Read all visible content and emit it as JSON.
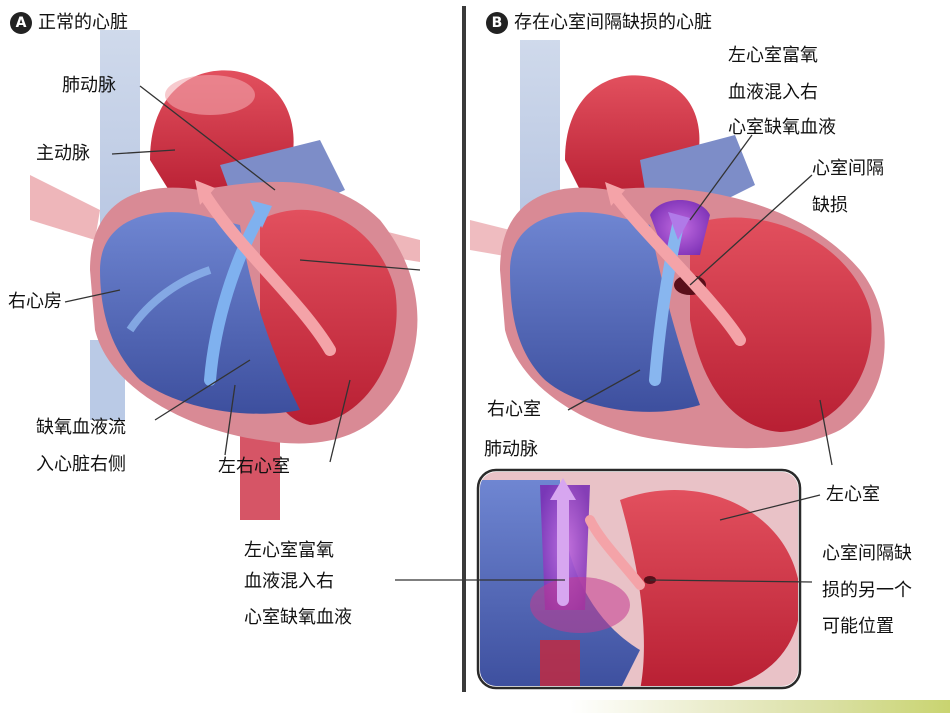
{
  "panel_a": {
    "badge": "A",
    "title": "正常的心脏",
    "labels": {
      "pulmonary_artery": "肺动脉",
      "aorta": "主动脉",
      "right_atrium": "右心房",
      "deoxy_line1": "缺氧血液流",
      "deoxy_line2": "入心脏右侧",
      "ventricles": "左右心室"
    }
  },
  "panel_b": {
    "badge": "B",
    "title": "存在心室间隔缺损的心脏",
    "labels": {
      "mix_line1": "左心室富氧",
      "mix_line2": "血液混入右",
      "mix_line3": "心室缺氧血液",
      "vsd_line1": "心室间隔",
      "vsd_line2": "缺损",
      "right_ventricle": "右心室",
      "pulmonary_artery": "肺动脉",
      "left_ventricle": "左心室",
      "alt_line1": "心室间隔缺",
      "alt_line2": "损的另一个",
      "alt_line3": "可能位置"
    }
  },
  "inset_labels": {
    "line1": "左心室富氧",
    "line2": "血液混入右",
    "line3": "心室缺氧血液"
  },
  "colors": {
    "deoxygenated": "#4a5fb0",
    "oxygenated": "#c8283c",
    "mixed": "#8a3fc8",
    "background": "#ffffff"
  }
}
